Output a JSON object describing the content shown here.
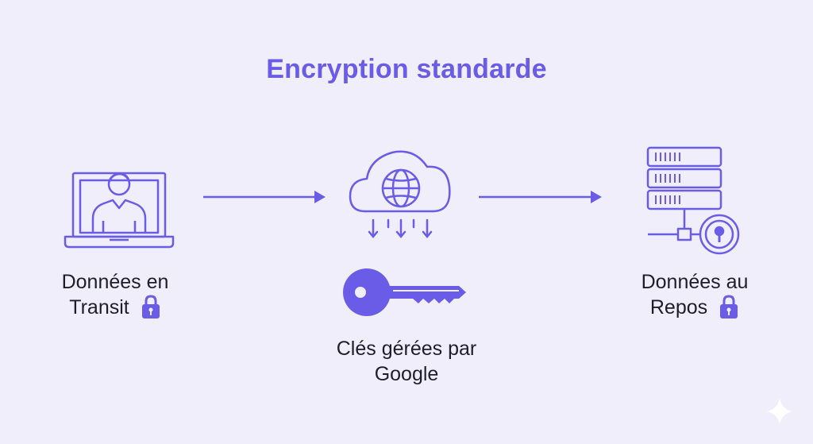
{
  "title": "Encryption standarde",
  "nodes": {
    "transit": {
      "line1": "Données en",
      "line2": "Transit",
      "icon": "laptop-user-icon",
      "badge": "lock-icon"
    },
    "cloud": {
      "icon": "cloud-globe-icon"
    },
    "key": {
      "line1": "Clés gérées par",
      "line2": "Google",
      "icon": "key-icon"
    },
    "rest": {
      "line1": "Données au",
      "line2": "Repos",
      "icon": "server-lock-icon",
      "badge": "lock-icon"
    }
  },
  "colors": {
    "accent": "#6b5ce7",
    "background": "#f0eefb",
    "text": "#1e1e28"
  }
}
